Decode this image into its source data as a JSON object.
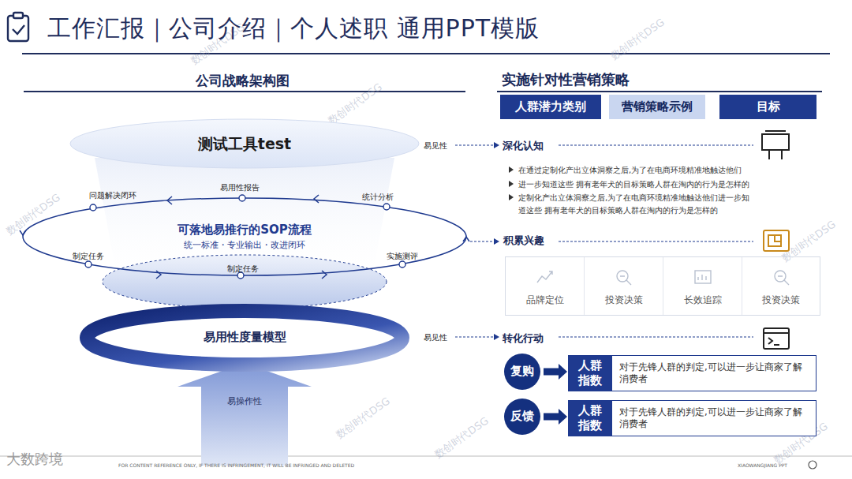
{
  "diagram": {
    "title": "工作汇报｜公司介绍｜个人述职 通用PPT模版",
    "nodes": [
      {
        "text": [
          "测试工具test"
        ]
      },
      {
        "text": [
          "可落地易推行的SOP流程",
          "统一标准・专业输出・改进闭环"
        ]
      },
      {
        "text": [
          "易用性度量模型"
        ]
      },
      {
        "text": [
          "易操作性"
        ]
      },
      {
        "text": [
          "人群潜力类别"
        ]
      },
      {
        "text": [
          "营销策略示例"
        ]
      },
      {
        "text": [
          "目标"
        ]
      },
      {
        "text": [
          "积累兴趣"
        ]
      },
      {
        "text": [
          "品牌定位"
        ],
        "in": 7
      },
      {
        "text": [
          "投资决策"
        ],
        "in": 7
      },
      {
        "text": [
          "长效追踪"
        ],
        "in": 7
      },
      {
        "text": [
          "投资决策"
        ],
        "in": 7
      },
      {
        "text": [
          "复购"
        ]
      },
      {
        "text": [
          "对于先锋人群的判定,可以进一步让商家了解消费者"
        ]
      },
      {
        "text": [
          "人群指数"
        ],
        "in": 13
      },
      {
        "text": [
          "反馈"
        ]
      },
      {
        "text": [
          "对于先锋人群的判定,可以进一步让商家了解消费者"
        ]
      },
      {
        "text": [
          "人群指数"
        ],
        "in": 16
      }
    ],
    "edges": [
      {
        "from": 12,
        "to": 13,
        "arrow": "to"
      },
      {
        "from": 15,
        "to": 16,
        "arrow": "to"
      }
    ],
    "labels": [
      "公司战略架构图",
      "易见性",
      "问题解决闭环",
      "易用性报告",
      "统计分析",
      "制定任务",
      "实施测评",
      "制定任务",
      "易见性",
      "实施针对性营销策略",
      "深化认知",
      "在通过定制化产出立体洞察之后,为了在电商环境精准地触达他们",
      "进一步知道这些 拥有老年犬的目标策略人群在淘内的行为是怎样的",
      "定制化产出立体洞察之后,为了在电商环境精准地触达他们进一步知道这些 拥有老年犬的目标策略人群在淘内的行为是怎样的",
      "转化行动",
      "FOR CONTENT REFERENCE ONLY, IF THERE IS INFRINGEMENT, IT WILL BE INFRINGED AND DELETED",
      "XIAOWANGJIANG PPT",
      "大数跨境",
      "数创时代DSG",
      "数创时代DSG",
      "数创时代DSG",
      "数创时代DSG",
      "数创时代DSG",
      "数创时代DSG",
      "数创时代DSG",
      "数创时代DSG"
    ]
  }
}
